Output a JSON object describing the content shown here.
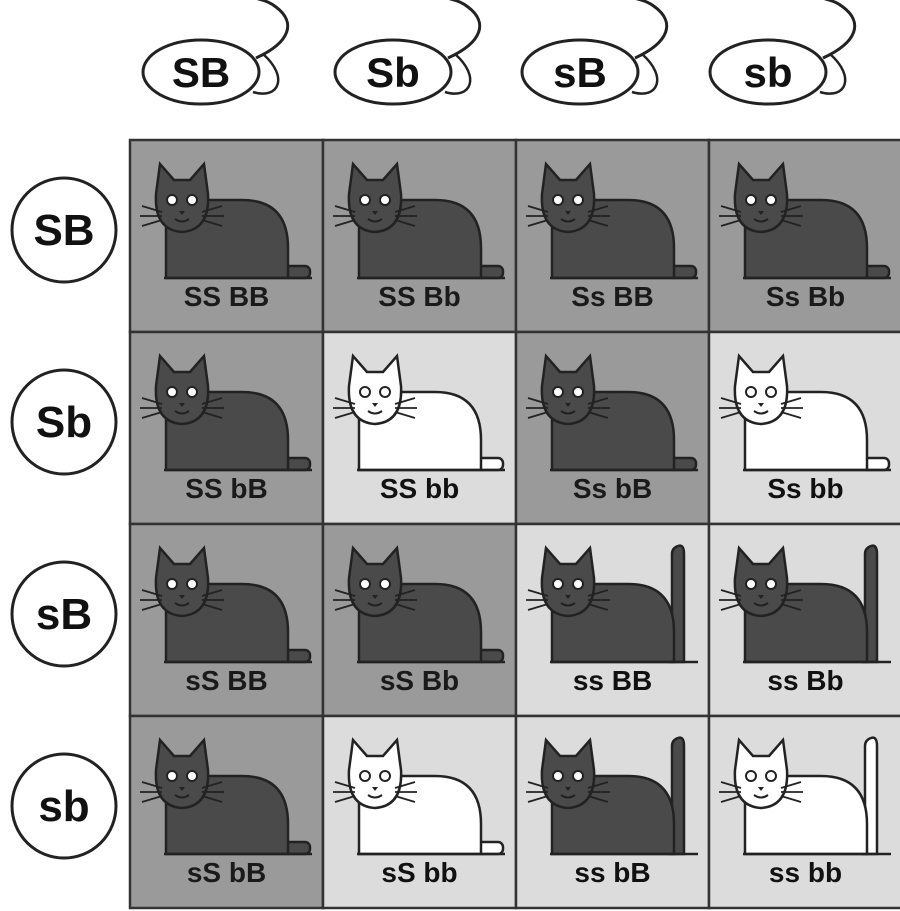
{
  "top_gametes": [
    "SB",
    "Sb",
    "sB",
    "sb"
  ],
  "side_gametes": [
    "SB",
    "Sb",
    "sB",
    "sb"
  ],
  "cells": [
    [
      {
        "genotype": "SS BB",
        "coat": "black",
        "tail": "short"
      },
      {
        "genotype": "SS Bb",
        "coat": "black",
        "tail": "short"
      },
      {
        "genotype": "Ss BB",
        "coat": "black",
        "tail": "short"
      },
      {
        "genotype": "Ss Bb",
        "coat": "black",
        "tail": "short"
      }
    ],
    [
      {
        "genotype": "SS bB",
        "coat": "black",
        "tail": "short"
      },
      {
        "genotype": "SS bb",
        "coat": "white",
        "tail": "short"
      },
      {
        "genotype": "Ss bB",
        "coat": "black",
        "tail": "short"
      },
      {
        "genotype": "Ss bb",
        "coat": "white",
        "tail": "short"
      }
    ],
    [
      {
        "genotype": "sS BB",
        "coat": "black",
        "tail": "short"
      },
      {
        "genotype": "sS Bb",
        "coat": "black",
        "tail": "short"
      },
      {
        "genotype": "ss BB",
        "coat": "black",
        "tail": "long"
      },
      {
        "genotype": "ss Bb",
        "coat": "black",
        "tail": "long"
      }
    ],
    [
      {
        "genotype": "sS bB",
        "coat": "black",
        "tail": "short"
      },
      {
        "genotype": "sS bb",
        "coat": "white",
        "tail": "short"
      },
      {
        "genotype": "ss bB",
        "coat": "black",
        "tail": "long"
      },
      {
        "genotype": "ss bb",
        "coat": "white",
        "tail": "long"
      }
    ]
  ],
  "colors": {
    "cell_dark_bg": "#9a9a9a",
    "cell_light_bg": "#dcdcdc",
    "cat_black": "#4a4a4a",
    "cat_white": "#ffffff",
    "outline": "#222222",
    "label_on_dark": "#1a1a1a",
    "label_on_light": "#111111"
  }
}
